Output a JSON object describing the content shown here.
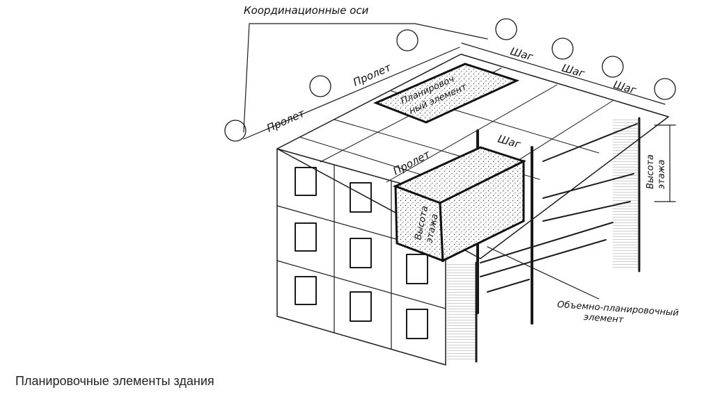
{
  "labels": {
    "coord_axes": "Координационные оси",
    "span1": "Пролет",
    "span2": "Пролет",
    "span3": "Пролет",
    "step1": "Шаг",
    "step2": "Шаг",
    "step3": "Шаг",
    "step4": "Шаг",
    "planning_line1": "Планировоч",
    "planning_line2": "ный элемент",
    "floor_height_right_line1": "Высота",
    "floor_height_right_line2": "этажа",
    "floor_height_box_line1": "Высота",
    "floor_height_box_line2": "этажа",
    "volume_line1": "Объемно-планировочный",
    "volume_line2": "элемент"
  },
  "caption": "Планировочные элементы здания",
  "colors": {
    "ink": "#1a1a1a",
    "caption": "#222222",
    "background": "#ffffff"
  }
}
